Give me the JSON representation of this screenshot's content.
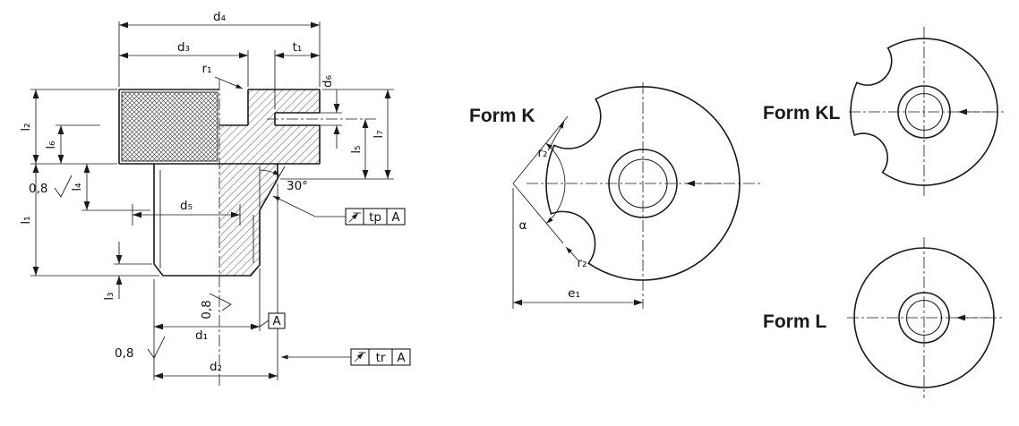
{
  "section_view": {
    "dim_labels": {
      "d4": "d₄",
      "d3": "d₃",
      "t1": "t₁",
      "r1": "r₁",
      "d6": "d₆",
      "l7": "l₇",
      "l5": "l₅",
      "l2": "l₂",
      "l6": "l₆",
      "l4": "l₄",
      "l1": "l₁",
      "l3": "l₃",
      "d5": "d₅",
      "d1": "d₁",
      "d2": "d₂",
      "cone_angle": "30°"
    },
    "surface_roughness": {
      "upper_left": "0,8",
      "thread": "0,8",
      "lower_left": "0,8"
    },
    "runout_tp": {
      "label": "tp",
      "datum": "A"
    },
    "runout_tr": {
      "label": "tr",
      "datum": "A"
    },
    "datum_label": "A"
  },
  "form_views": {
    "form_k": {
      "title": "Form K",
      "r2_upper": "r₂",
      "r2_lower": "r₂",
      "alpha": "α",
      "e1": "e₁"
    },
    "form_kl": {
      "title": "Form KL"
    },
    "form_l": {
      "title": "Form L"
    }
  }
}
